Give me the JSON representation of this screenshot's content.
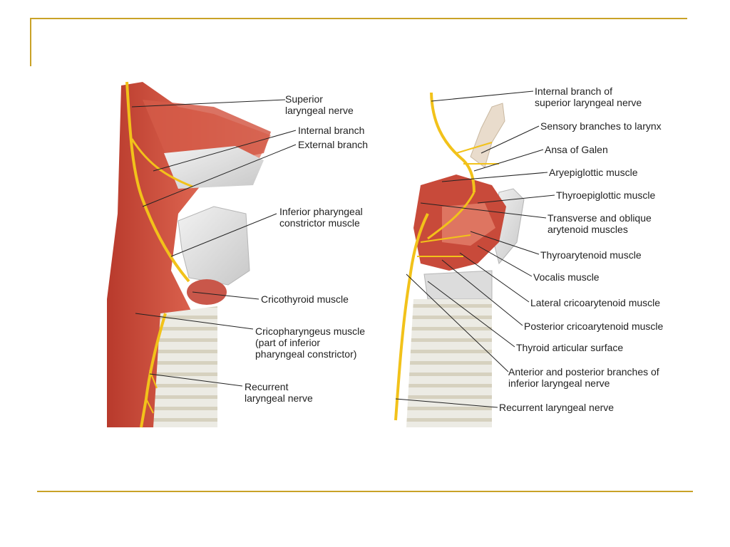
{
  "colors": {
    "accent_rule": "#c9a227",
    "nerve": "#f2c21a",
    "muscle": "#c84a3a",
    "muscle_light": "#e07a66",
    "cartilage": "#dcdcdc",
    "trachea": "#e6e2d6"
  },
  "left_figure": {
    "superior_laryngeal_nerve": [
      "Superior",
      "laryngeal nerve"
    ],
    "internal_branch": "Internal branch",
    "external_branch": "External branch",
    "inferior_pharyngeal_constrictor": [
      "Inferior pharyngeal",
      "constrictor muscle"
    ],
    "cricothyroid": "Cricothyroid muscle",
    "cricopharyngeus": [
      "Cricopharyngeus muscle",
      "(part of inferior",
      "pharyngeal constrictor)"
    ],
    "recurrent_laryngeal_nerve": [
      "Recurrent",
      "laryngeal nerve"
    ]
  },
  "right_figure": {
    "internal_branch_superior": [
      "Internal branch of",
      "superior laryngeal nerve"
    ],
    "sensory_branches": "Sensory branches to larynx",
    "ansa_of_galen": "Ansa of Galen",
    "aryepiglottic": "Aryepiglottic muscle",
    "thyroepiglottic": "Thyroepiglottic muscle",
    "transverse_oblique_arytenoid": [
      "Transverse and oblique",
      "arytenoid muscles"
    ],
    "thyroarytenoid": "Thyroarytenoid muscle",
    "vocalis": "Vocalis muscle",
    "lateral_cricoarytenoid": "Lateral cricoarytenoid muscle",
    "posterior_cricoarytenoid": "Posterior cricoarytenoid muscle",
    "thyroid_articular_surface": "Thyroid articular surface",
    "anterior_posterior_branches": [
      "Anterior and posterior branches of",
      "inferior laryngeal nerve"
    ],
    "recurrent_laryngeal_nerve": "Recurrent laryngeal nerve"
  }
}
